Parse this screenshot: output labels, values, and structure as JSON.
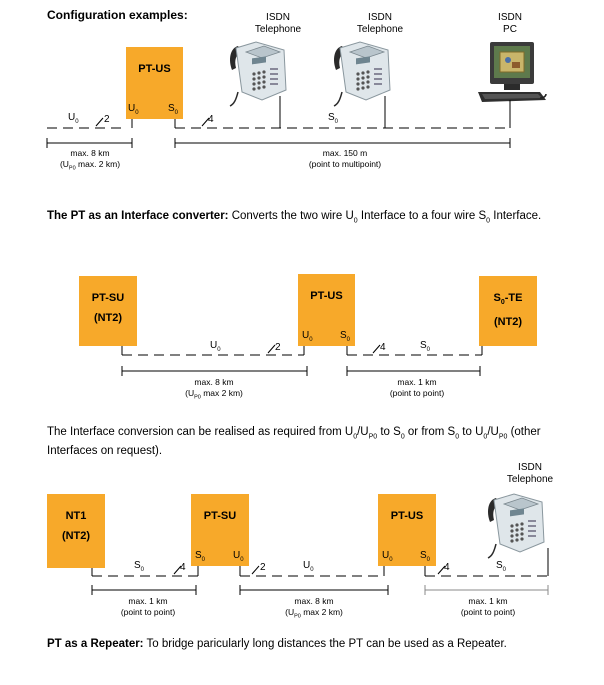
{
  "section1": {
    "heading": "Configuration examples:",
    "isdn_phone_1": [
      "ISDN",
      "Telephone"
    ],
    "isdn_phone_2": [
      "ISDN",
      "Telephone"
    ],
    "isdn_pc": [
      "ISDN",
      "PC"
    ],
    "box_pt_us": "PT-US",
    "port_u0": "U",
    "port_s0": "S",
    "line_u0": "U",
    "line_2": "2",
    "line_4": "4",
    "line_s0": "S",
    "dim_left_1": "max. 8 km",
    "dim_left_2a": "(U",
    "dim_left_2sub": "P0",
    "dim_left_2b": " max. 2 km)",
    "dim_right_1": "max. 150 m",
    "dim_right_2": "(point to multipoint)",
    "caption_bold": "The PT as an Interface converter:",
    "caption_rest_a": " Converts the two wire U",
    "caption_rest_b": " Interface to a four wire S",
    "caption_rest_c": " Interface."
  },
  "section2": {
    "box_pt_su": "PT-SU",
    "box_pt_su_sub": "(NT2)",
    "box_pt_us": "PT-US",
    "box_s0te": "S",
    "box_s0te_suffix": "-TE",
    "box_s0te_sub": "(NT2)",
    "port_u0": "U",
    "port_s0": "S",
    "line_u0": "U",
    "line_2": "2",
    "line_4": "4",
    "line_s0": "S",
    "dim_left_1": "max. 8 km",
    "dim_left_2a": "(U",
    "dim_left_2sub": "P0",
    "dim_left_2b": " max 2 km)",
    "dim_right_1": "max. 1 km",
    "dim_right_2": "(point to point)",
    "caption_line1_a": "The Interface conversion can be realised as required from U",
    "caption_line1_b": "/U",
    "caption_line1_c": " to S",
    "caption_line1_d": " or from S",
    "caption_line1_e": " to U",
    "caption_line1_f": "/U",
    "caption_line1_g": " (other",
    "caption_line2": "Interfaces on request)."
  },
  "section3": {
    "isdn_phone": [
      "ISDN",
      "Telephone"
    ],
    "box_nt1": "NT1",
    "box_nt1_sub": "(NT2)",
    "box_pt_su": "PT-SU",
    "box_pt_us": "PT-US",
    "port_s0": "S",
    "port_u0": "U",
    "line_s0": "S",
    "line_4": "4",
    "line_2": "2",
    "line_u0": "U",
    "dim_1_1": "max. 1 km",
    "dim_1_2": "(point to point)",
    "dim_2_1": "max. 8 km",
    "dim_2_2a": "(U",
    "dim_2_2sub": "P0",
    "dim_2_2b": " max 2 km)",
    "dim_3_1": "max. 1 km",
    "dim_3_2": "(point to point)",
    "caption_bold": "PT as a Repeater:",
    "caption_rest": " To bridge paricularly long distances the PT can be used as a Repeater."
  },
  "subscript_zero": "0",
  "subscript_p0": "P0",
  "colors": {
    "box": "#f7a92a",
    "line": "#000000",
    "dim_line_light": "#888888"
  }
}
